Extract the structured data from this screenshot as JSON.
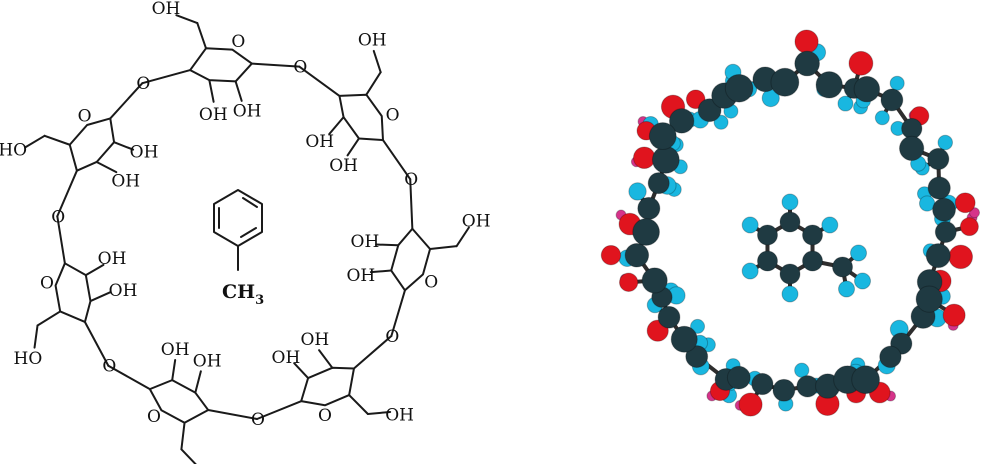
{
  "structural_formula": {
    "ring_oxygen": "O",
    "linker_oxygen": "O",
    "hydroxyl": "OH",
    "hydroxyl_left": "HO",
    "guest_label": "CH",
    "guest_subscript": "3"
  },
  "model_3d": {
    "colors": {
      "carbon": "#1f3a42",
      "oxygen": "#e0141e",
      "hydrogen": "#19b7e0",
      "hydroxyl_h": "#d6338a"
    }
  }
}
